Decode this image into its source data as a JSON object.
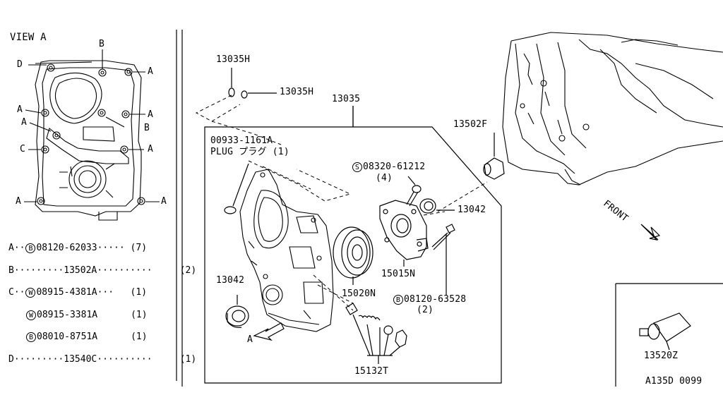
{
  "view_title": "VIEW A",
  "view_letters": {
    "a": "A",
    "b": "B",
    "c": "C",
    "d": "D"
  },
  "callouts": {
    "p13035H_top": "13035H",
    "p13035H_side": "13035H",
    "p13035": "13035",
    "p00933": "00933-1161A",
    "plug": "PLUG プラグ (1)",
    "s08320": "08320-61212",
    "s08320_qty": "(4)",
    "s_symbol": "S",
    "p13502F": "13502F",
    "p13042_right": "13042",
    "p15015N": "15015N",
    "p15020N": "15020N",
    "b08120_63528": "08120-63528",
    "b08120_qty": "(2)",
    "b_symbol": "B",
    "p13042_left": "13042",
    "arrow_a": "A",
    "p15132T": "15132T",
    "front": "FRONT",
    "p13520Z": "13520Z",
    "diagram_code": "A135D 0099"
  },
  "legend": [
    {
      "key": "A",
      "lead": "··",
      "symbol": "B",
      "part": "08120-62033",
      "dots": "·····",
      "qty": "(7)"
    },
    {
      "key": "B",
      "lead": "·········",
      "symbol": "",
      "part": "13502A",
      "dots": "··········",
      "qty": "(2)"
    },
    {
      "key": "C",
      "lead": "··",
      "symbol": "W",
      "part": "08915-4381A",
      "dots": "···",
      "qty": "(1)"
    },
    {
      "key": "",
      "lead": "",
      "symbol": "W",
      "part": "08915-3381A",
      "dots": "",
      "qty": "(1)"
    },
    {
      "key": "",
      "lead": "",
      "symbol": "B",
      "part": "08010-8751A",
      "dots": "",
      "qty": "(1)"
    },
    {
      "key": "D",
      "lead": "·········",
      "symbol": "",
      "part": "13540C",
      "dots": "··········",
      "qty": "(1)"
    }
  ]
}
